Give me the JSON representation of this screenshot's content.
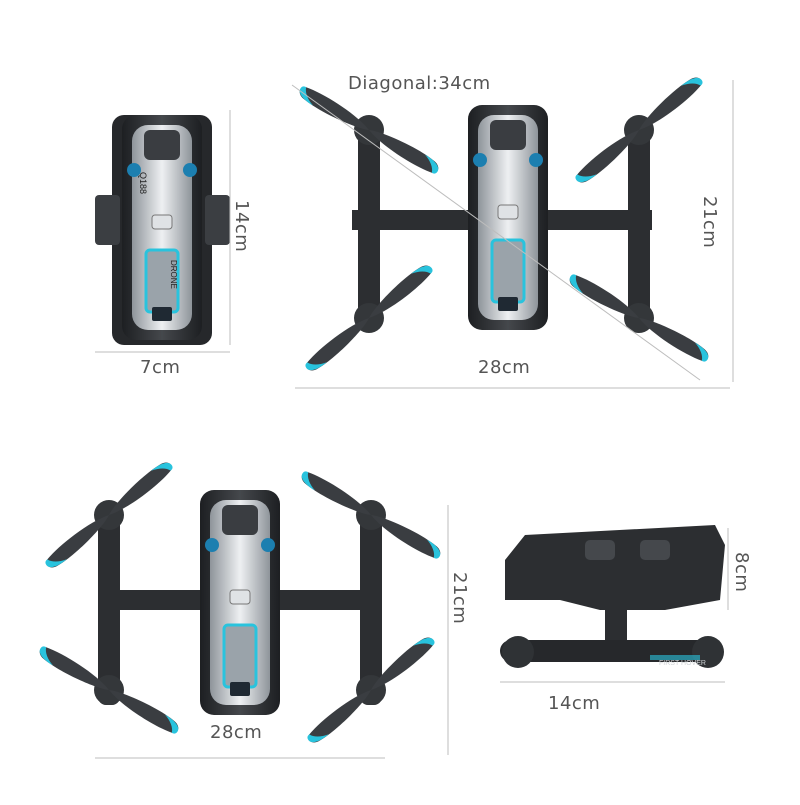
{
  "measurements": {
    "folded_height": "14cm",
    "folded_width": "7cm",
    "diagonal": "Diagonal:34cm",
    "unfolded_height_top": "21cm",
    "unfolded_width_top": "28cm",
    "unfolded_height_bottom": "21cm",
    "unfolded_width_bottom": "28cm",
    "side_height": "8cm",
    "side_length": "14cm"
  },
  "drone": {
    "model_mark": "Q188",
    "brand_mark": "DRONE",
    "arm_mark": "FIRST HOVER"
  },
  "colors": {
    "body": "#2e3033",
    "shell": "#c9cdd2",
    "accent": "#29c3dd",
    "measure_line": "#bdbdbd"
  }
}
